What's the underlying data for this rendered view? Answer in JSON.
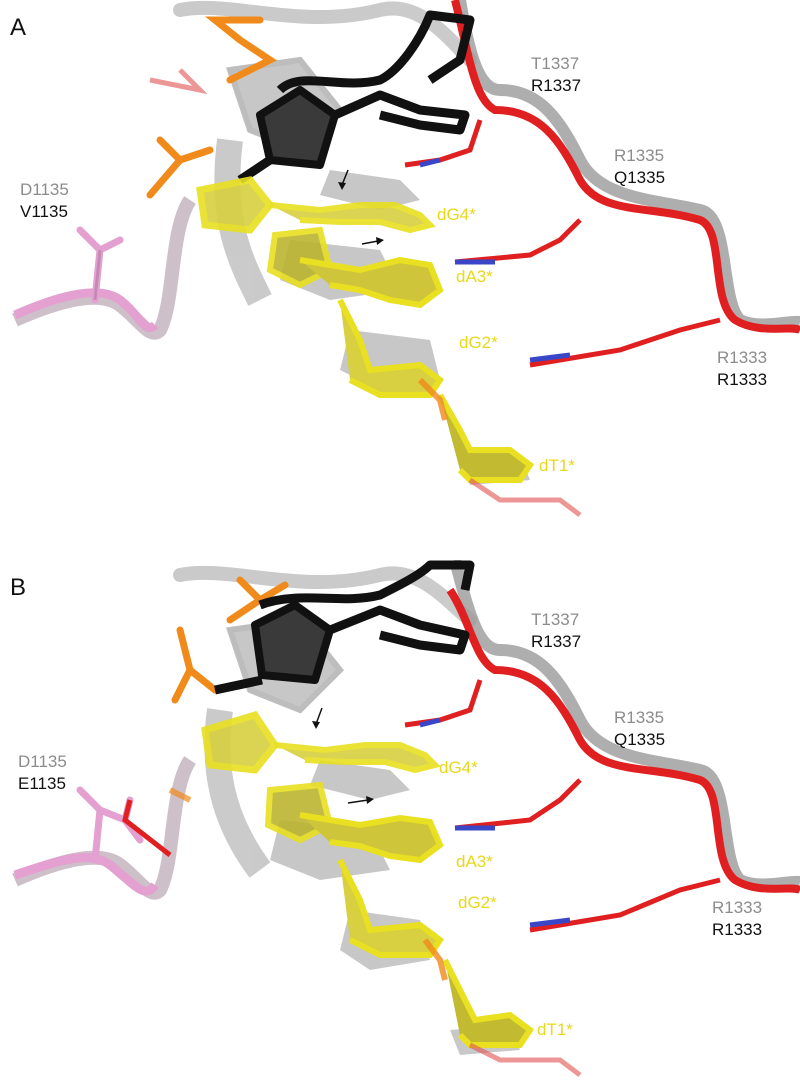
{
  "panels": [
    {
      "letter": "A",
      "labels": {
        "res_t1337": "T1337",
        "res_r1337": "R1337",
        "res_r1335": "R1335",
        "res_q1335": "Q1335",
        "res_d1135": "D1135",
        "res_mut1135": "V1135",
        "res_r1333_grey": "R1333",
        "res_r1333_black": "R1333",
        "dg4": "dG4*",
        "da3": "dA3*",
        "dg2": "dG2*",
        "dt1": "dT1*"
      }
    },
    {
      "letter": "B",
      "labels": {
        "res_t1337": "T1337",
        "res_r1337": "R1337",
        "res_r1335": "R1335",
        "res_q1335": "Q1335",
        "res_d1135": "D1135",
        "res_mut1135": "E1135",
        "res_r1333_grey": "R1333",
        "res_r1333_black": "R1333",
        "dg4": "dG4*",
        "da3": "dA3*",
        "dg2": "dG2*",
        "dt1": "dT1*"
      }
    }
  ],
  "colors": {
    "protein_loop": "#e02020",
    "reference_grey": "#9a9a9a",
    "dna_yellow": "#e8e020",
    "lesion_black": "#111111",
    "pink_loop": "#e3a0d0",
    "phosphate_orange": "#f08a1a",
    "nitrogen_blue": "#3a46c8",
    "oxygen_red": "#e02020"
  }
}
